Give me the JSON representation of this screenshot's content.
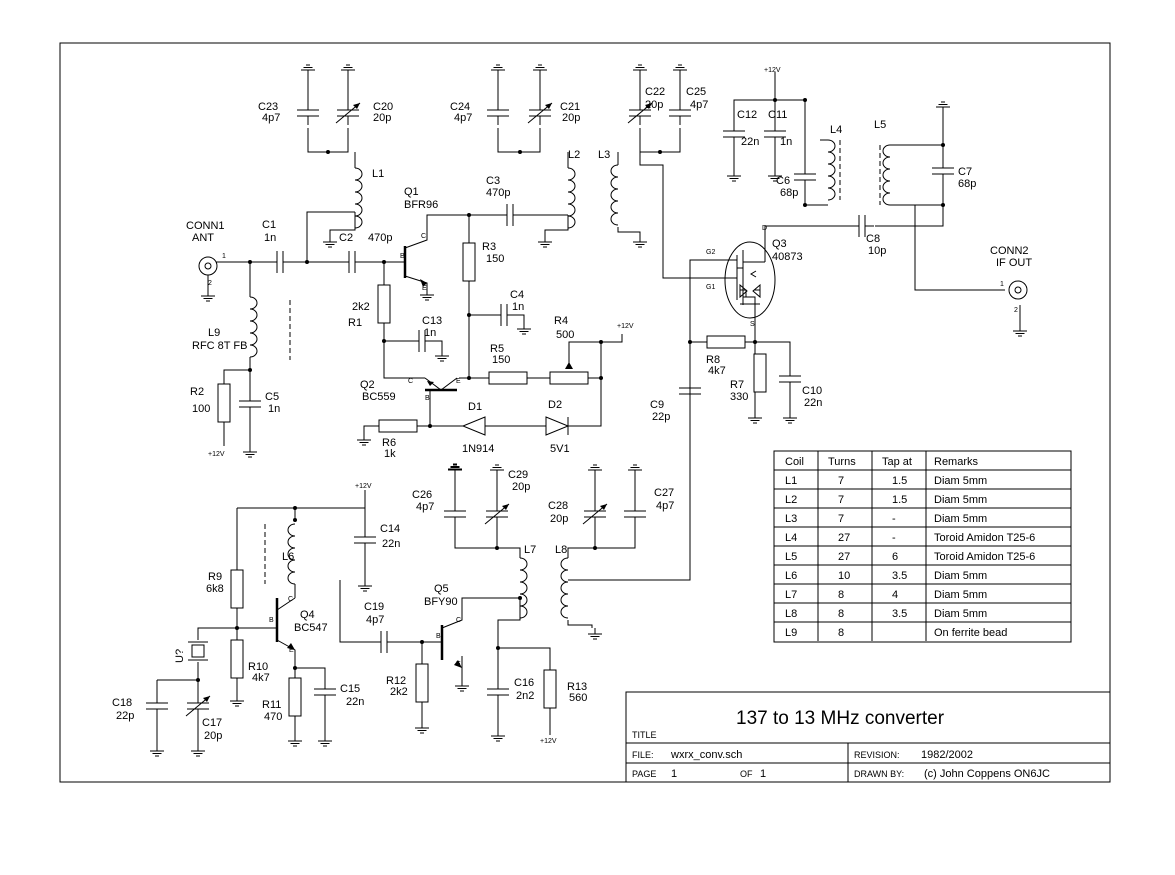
{
  "title_block": {
    "title_label": "TITLE",
    "title": "137 to 13 MHz converter",
    "file_label": "FILE:",
    "file": "wxrx_conv.sch",
    "revision_label": "REVISION:",
    "revision": "1982/2002",
    "page_label": "PAGE",
    "page": "1",
    "of_label": "OF",
    "of": "1",
    "drawn_label": "DRAWN BY:",
    "drawn_by": "(c) John Coppens ON6JC"
  },
  "coil_table": {
    "headers": [
      "Coil",
      "Turns",
      "Tap at",
      "Remarks"
    ],
    "rows": [
      [
        "L1",
        "7",
        "1.5",
        "Diam 5mm"
      ],
      [
        "L2",
        "7",
        "1.5",
        "Diam 5mm"
      ],
      [
        "L3",
        "7",
        "-",
        "Diam 5mm"
      ],
      [
        "L4",
        "27",
        "-",
        "Toroid Amidon T25-6"
      ],
      [
        "L5",
        "27",
        "6",
        "Toroid Amidon T25-6"
      ],
      [
        "L6",
        "10",
        "3.5",
        "Diam 5mm"
      ],
      [
        "L7",
        "8",
        "4",
        "Diam 5mm"
      ],
      [
        "L8",
        "8",
        "3.5",
        "Diam 5mm"
      ],
      [
        "L9",
        "8",
        "",
        "On ferrite bead"
      ]
    ]
  },
  "connectors": {
    "conn1": {
      "ref": "CONN1",
      "name": "ANT",
      "pin1": "1",
      "pin2": "2"
    },
    "conn2": {
      "ref": "CONN2",
      "name": "IF OUT",
      "pin1": "1",
      "pin2": "2"
    }
  },
  "supply": "+12V",
  "components": {
    "c1": {
      "ref": "C1",
      "value": "1n"
    },
    "c2": {
      "ref": "C2",
      "value": "470p"
    },
    "c3": {
      "ref": "C3",
      "value": "470p"
    },
    "c4": {
      "ref": "C4",
      "value": "1n"
    },
    "c5": {
      "ref": "C5",
      "value": "1n"
    },
    "c6": {
      "ref": "C6",
      "value": "68p"
    },
    "c7": {
      "ref": "C7",
      "value": "68p"
    },
    "c8": {
      "ref": "C8",
      "value": "10p"
    },
    "c9": {
      "ref": "C9",
      "value": "22p"
    },
    "c10": {
      "ref": "C10",
      "value": "22n"
    },
    "c11": {
      "ref": "C11",
      "value": "1n"
    },
    "c12": {
      "ref": "C12",
      "value": "22n"
    },
    "c13": {
      "ref": "C13",
      "value": "1n"
    },
    "c14": {
      "ref": "C14",
      "value": "22n"
    },
    "c15": {
      "ref": "C15",
      "value": "22n"
    },
    "c16": {
      "ref": "C16",
      "value": "2n2"
    },
    "c17": {
      "ref": "C17",
      "value": "20p"
    },
    "c18": {
      "ref": "C18",
      "value": "22p"
    },
    "c19": {
      "ref": "C19",
      "value": "4p7"
    },
    "c20": {
      "ref": "C20",
      "value": "20p"
    },
    "c21": {
      "ref": "C21",
      "value": "20p"
    },
    "c22": {
      "ref": "C22",
      "value": "20p"
    },
    "c23": {
      "ref": "C23",
      "value": "4p7"
    },
    "c24": {
      "ref": "C24",
      "value": "4p7"
    },
    "c25": {
      "ref": "C25",
      "value": "4p7"
    },
    "c26": {
      "ref": "C26",
      "value": "4p7"
    },
    "c27": {
      "ref": "C27",
      "value": "4p7"
    },
    "c28": {
      "ref": "C28",
      "value": "20p"
    },
    "c29": {
      "ref": "C29",
      "value": "20p"
    },
    "r1": {
      "ref": "R1",
      "value": "2k2"
    },
    "r2": {
      "ref": "R2",
      "value": "100"
    },
    "r3": {
      "ref": "R3",
      "value": "150"
    },
    "r4": {
      "ref": "R4",
      "value": "500"
    },
    "r5": {
      "ref": "R5",
      "value": "150"
    },
    "r6": {
      "ref": "R6",
      "value": "1k"
    },
    "r7": {
      "ref": "R7",
      "value": "330"
    },
    "r8": {
      "ref": "R8",
      "value": "4k7"
    },
    "r9": {
      "ref": "R9",
      "value": "6k8"
    },
    "r10": {
      "ref": "R10",
      "value": "4k7"
    },
    "r11": {
      "ref": "R11",
      "value": "470"
    },
    "r12": {
      "ref": "R12",
      "value": "2k2"
    },
    "r13": {
      "ref": "R13",
      "value": "560"
    },
    "l1": {
      "ref": "L1"
    },
    "l2": {
      "ref": "L2"
    },
    "l3": {
      "ref": "L3"
    },
    "l4": {
      "ref": "L4"
    },
    "l5": {
      "ref": "L5"
    },
    "l6": {
      "ref": "L6"
    },
    "l7": {
      "ref": "L7"
    },
    "l8": {
      "ref": "L8"
    },
    "l9": {
      "ref": "L9",
      "value": "RFC 8T FB"
    },
    "q1": {
      "ref": "Q1",
      "value": "BFR96"
    },
    "q2": {
      "ref": "Q2",
      "value": "BC559"
    },
    "q3": {
      "ref": "Q3",
      "value": "40873"
    },
    "q4": {
      "ref": "Q4",
      "value": "BC547"
    },
    "q5": {
      "ref": "Q5",
      "value": "BFY90"
    },
    "d1": {
      "ref": "D1",
      "value": "1N914"
    },
    "d2": {
      "ref": "D2",
      "value": "5V1"
    },
    "u7": {
      "ref": "U?"
    }
  },
  "pins": {
    "b": "B",
    "c": "C",
    "e": "E",
    "d": "D",
    "s": "S",
    "g1": "G1",
    "g2": "G2"
  }
}
